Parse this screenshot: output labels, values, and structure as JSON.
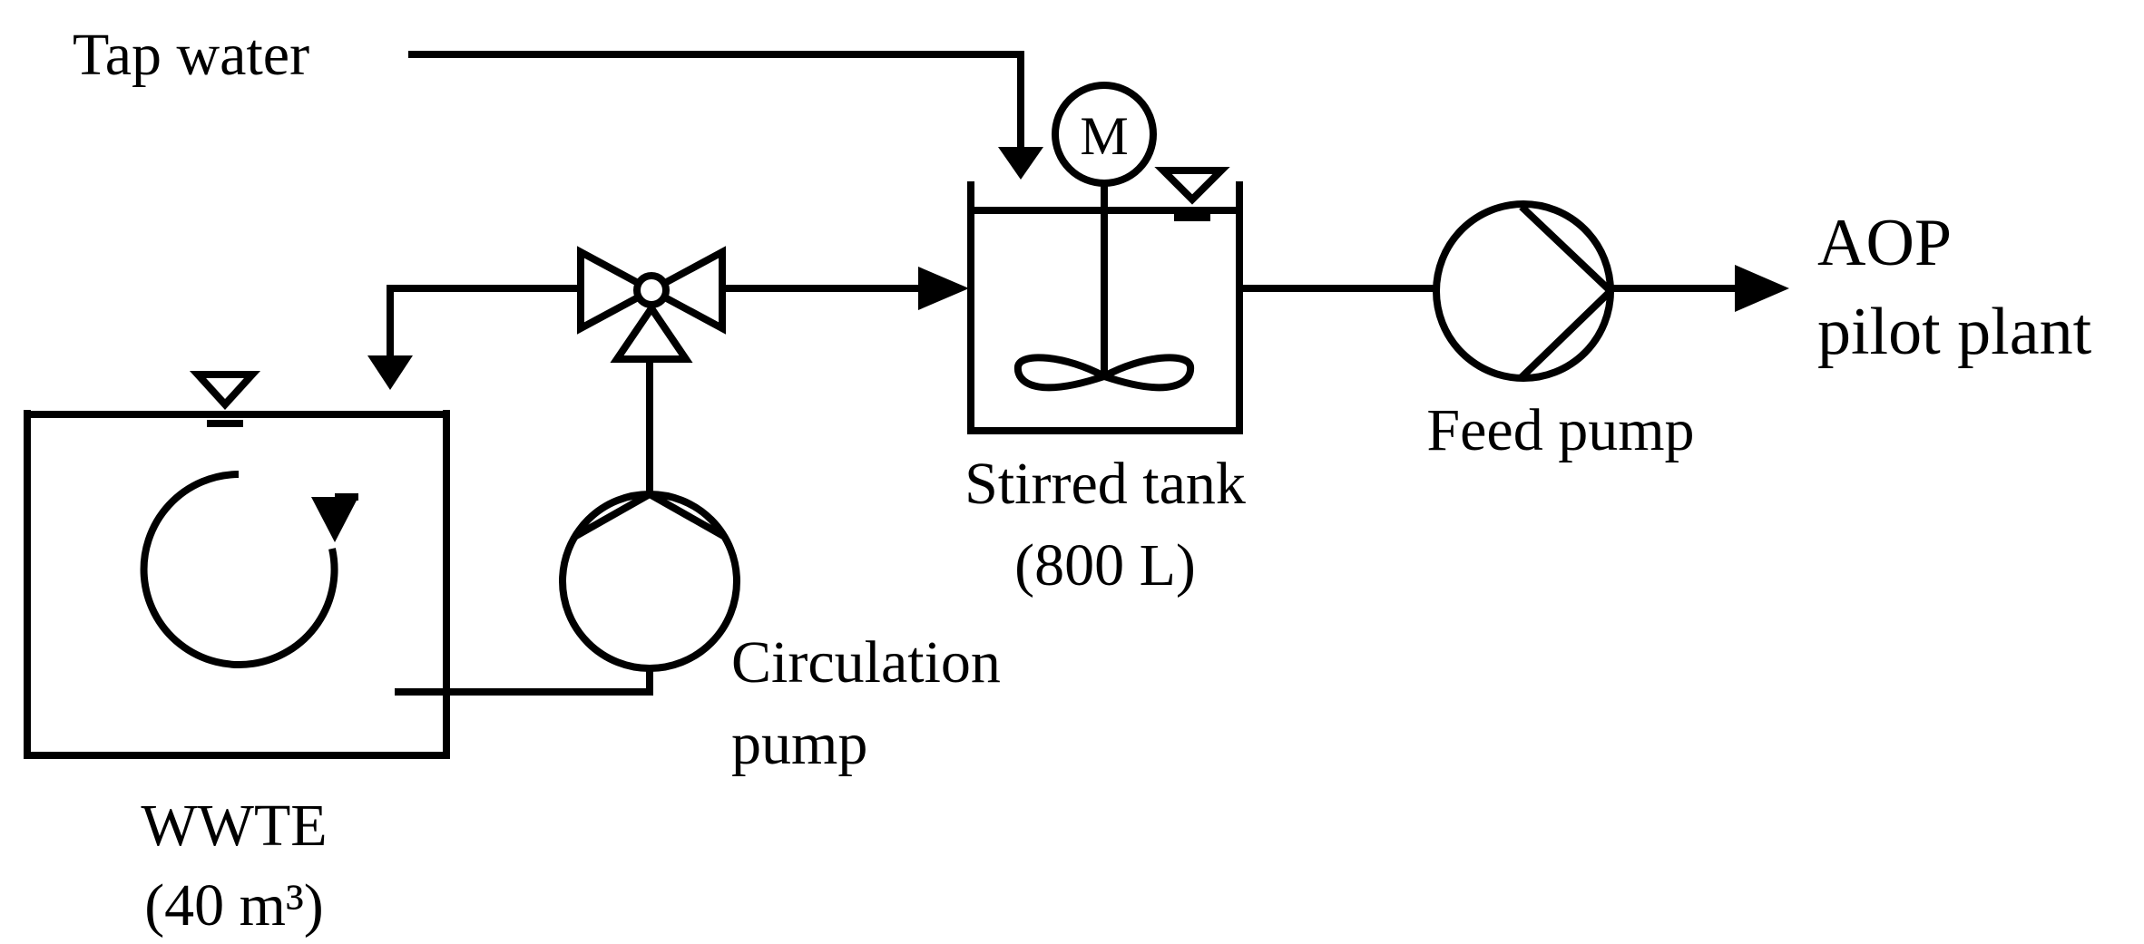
{
  "labels": {
    "tap_water": "Tap water",
    "motor": "M",
    "aop_line1": "AOP",
    "aop_line2": "pilot plant",
    "feed_pump": "Feed pump",
    "stirred_tank_line1": "Stirred tank",
    "stirred_tank_line2": "(800 L)",
    "circulation_line1": "Circulation",
    "circulation_line2": "pump",
    "wwte_line1": "WWTE",
    "wwte_line2": "(40 m³)"
  },
  "colors": {
    "stroke": "#000000",
    "background": "#ffffff"
  }
}
